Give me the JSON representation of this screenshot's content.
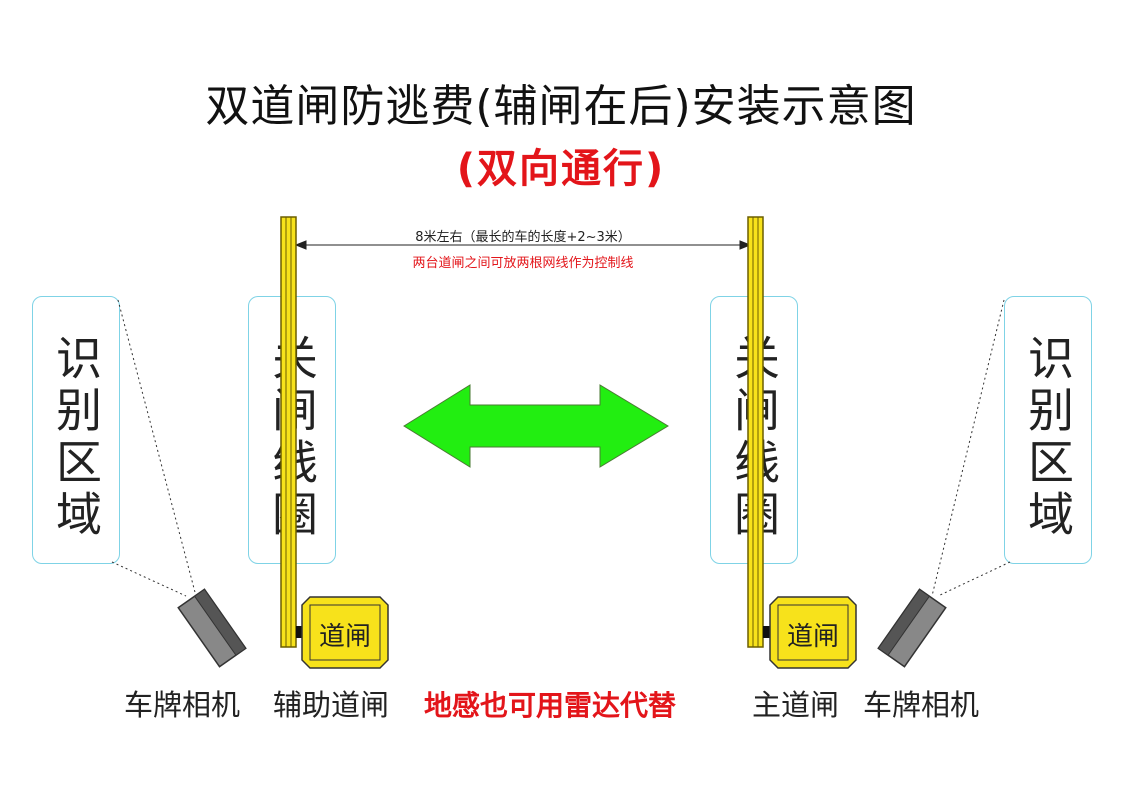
{
  "title": "双道闸防逃费(辅闸在后)安装示意图",
  "subtitle": "(双向通行)",
  "distance": {
    "label": "8米左右（最长的车的长度+2~3米）",
    "note": "两台道闸之间可放两根网线作为控制线"
  },
  "zones": {
    "left_recognition": "识别区域",
    "left_loop": "关闸线圈",
    "right_loop": "关闸线圈",
    "right_recognition": "识别区域"
  },
  "gates": {
    "left_box": "道闸",
    "right_box": "道闸"
  },
  "labels": {
    "left_camera": "车牌相机",
    "aux_gate": "辅助道闸",
    "radar_note": "地感也可用雷达代替",
    "main_gate": "主道闸",
    "right_camera": "车牌相机"
  },
  "colors": {
    "arrow": "#22ee11",
    "barrier": "#f7e21b",
    "highlight": "#e3151a",
    "zone_border": "#7fd3e6"
  }
}
